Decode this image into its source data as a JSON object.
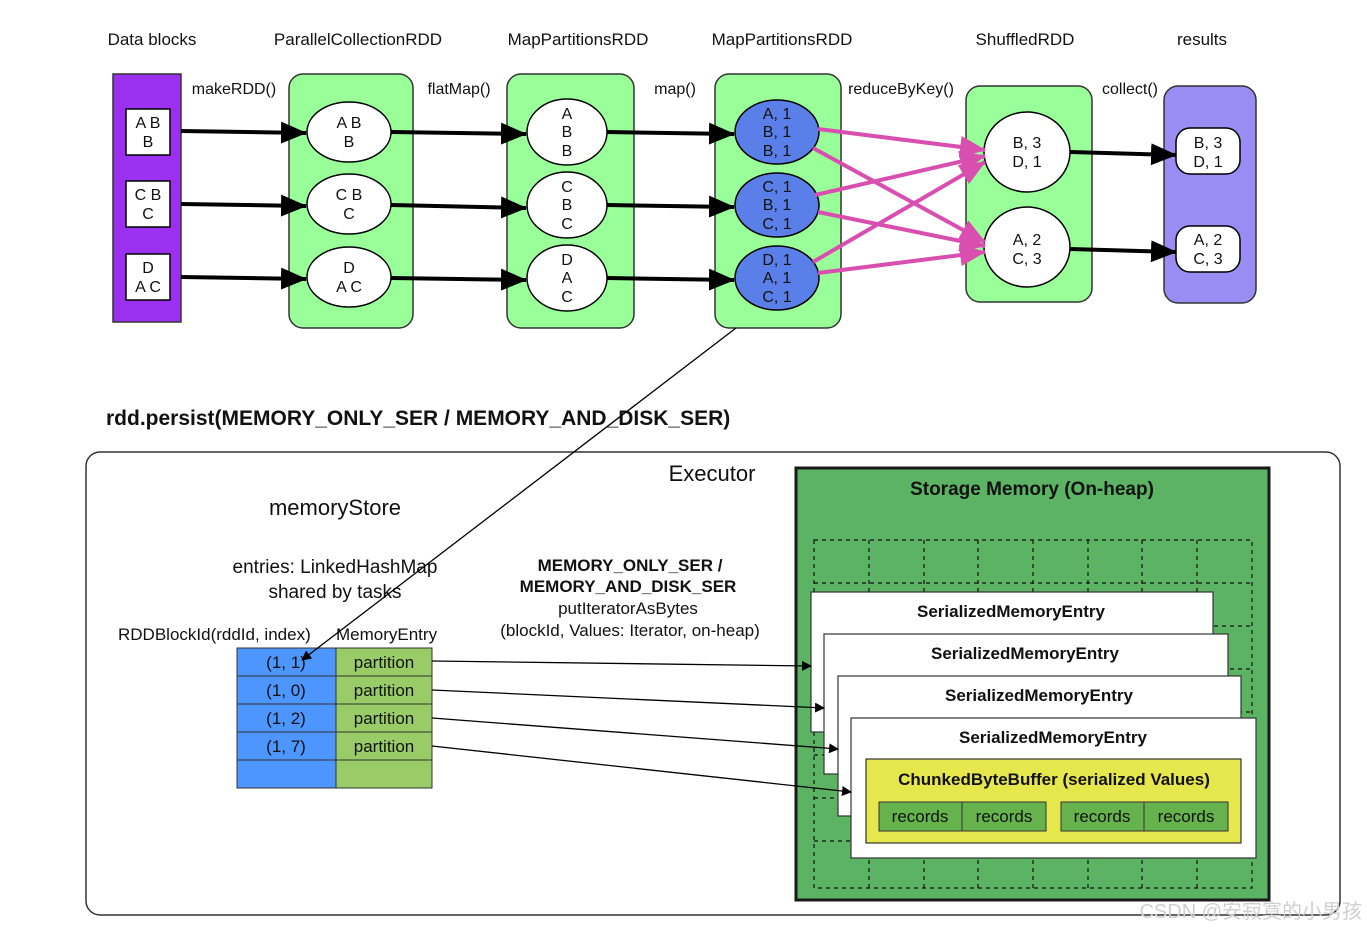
{
  "stages": [
    {
      "title": "Data blocks",
      "op": "makeRDD()"
    },
    {
      "title": "ParallelCollectionRDD",
      "op": "flatMap()"
    },
    {
      "title": "MapPartitionsRDD",
      "op": "map()"
    },
    {
      "title": "MapPartitionsRDD",
      "op": "reduceByKey()"
    },
    {
      "title": "ShuffledRDD",
      "op": "collect()"
    },
    {
      "title": "results",
      "op": ""
    }
  ],
  "data_blocks": [
    [
      "A B",
      "B"
    ],
    [
      "C B",
      "C"
    ],
    [
      "D",
      "A C"
    ]
  ],
  "parallel_partitions": [
    [
      "A B",
      "B"
    ],
    [
      "C B",
      "C"
    ],
    [
      "D",
      "A C"
    ]
  ],
  "flatmap_partitions": [
    [
      "A",
      "B",
      "B"
    ],
    [
      "C",
      "B",
      "C"
    ],
    [
      "D",
      "A",
      "C"
    ]
  ],
  "map_partitions": [
    [
      "A, 1",
      "B, 1",
      "B, 1"
    ],
    [
      "C, 1",
      "B, 1",
      "C, 1"
    ],
    [
      "D, 1",
      "A, 1",
      "C, 1"
    ]
  ],
  "shuffled_partitions": [
    [
      "B, 3",
      "D, 1"
    ],
    [
      "A, 2",
      "C, 3"
    ]
  ],
  "results": [
    [
      "B, 3",
      "D, 1"
    ],
    [
      "A, 2",
      "C, 3"
    ]
  ],
  "persist_label": "rdd.persist(MEMORY_ONLY_SER / MEMORY_AND_DISK_SER)",
  "executor": {
    "title": "Executor",
    "memory_store": {
      "title": "memoryStore",
      "entries_line1": "entries: LinkedHashMap",
      "entries_line2": "shared by tasks",
      "key_header": "RDDBlockId(rddId, index)",
      "value_header": "MemoryEntry",
      "rows": [
        {
          "key": "(1, 1)",
          "value": "partition"
        },
        {
          "key": "(1, 0)",
          "value": "partition"
        },
        {
          "key": "(1, 2)",
          "value": "partition"
        },
        {
          "key": "(1, 7)",
          "value": "partition"
        },
        {
          "key": "",
          "value": ""
        }
      ]
    },
    "put_call": {
      "line1": "MEMORY_ONLY_SER /",
      "line2": "MEMORY_AND_DISK_SER",
      "line3": "putIteratorAsBytes",
      "line4": "(blockId, Values: Iterator, on-heap)"
    },
    "storage_memory": {
      "title": "Storage Memory (On-heap)",
      "entries": [
        "SerializedMemoryEntry",
        "SerializedMemoryEntry",
        "SerializedMemoryEntry",
        "SerializedMemoryEntry"
      ],
      "buffer_title": "ChunkedByteBuffer (serialized Values)",
      "records": [
        "records",
        "records",
        "records",
        "records"
      ]
    }
  },
  "watermark": "CSDN @安寂寞的小男孩",
  "colors": {
    "data_block_purple": "#9b30f0",
    "rdd_green": "#99ff99",
    "mapped_blue": "#5b7fe8",
    "results_purple": "#9a8cf2",
    "shuffle_pink": "#d94fb0",
    "storage_green": "#5cb364",
    "key_blue": "#4d96ff",
    "value_green": "#99cc66",
    "buffer_yellow": "#e6e64d",
    "record_green": "#66b34d"
  }
}
